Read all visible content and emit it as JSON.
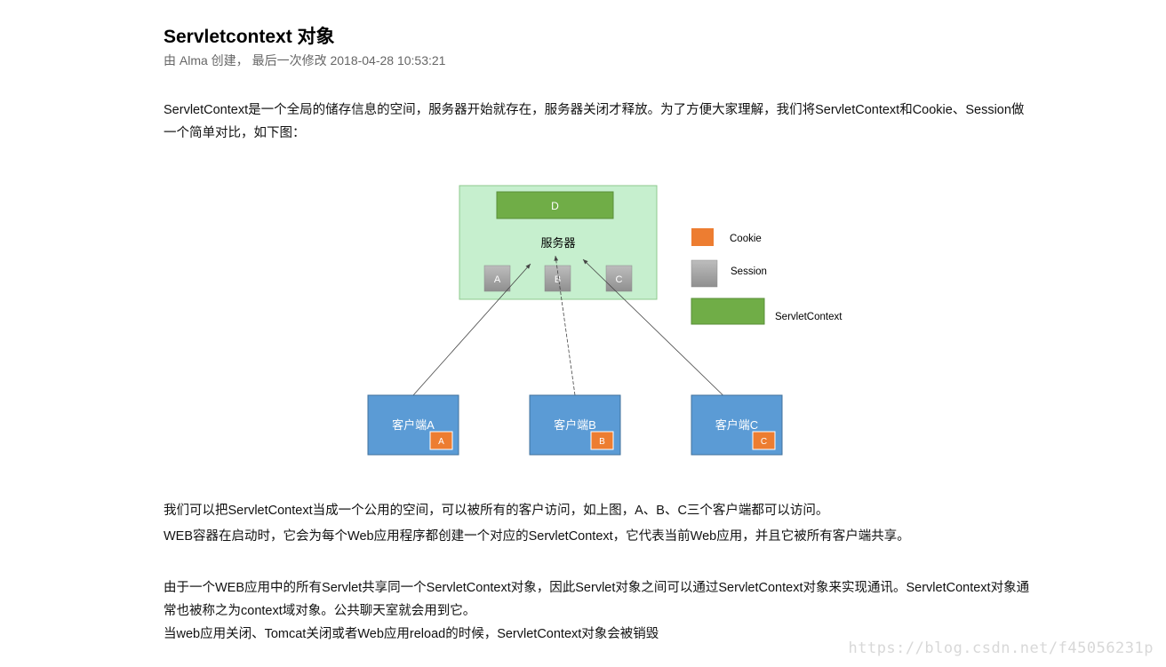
{
  "article": {
    "title": "Servletcontext 对象",
    "meta": {
      "author_prefix": "由 Alma 创建，",
      "modified": "最后一次修改 2018-04-28 10:53:21"
    },
    "paragraphs": [
      "ServletContext是一个全局的储存信息的空间，服务器开始就存在，服务器关闭才释放。为了方便大家理解，我们将ServletContext和Cookie、Session做一个简单对比，如下图：",
      "我们可以把ServletContext当成一个公用的空间，可以被所有的客户访问，如上图，A、B、C三个客户端都可以访问。",
      "WEB容器在启动时，它会为每个Web应用程序都创建一个对应的ServletContext，它代表当前Web应用，并且它被所有客户端共享。",
      "由于一个WEB应用中的所有Servlet共享同一个ServletContext对象，因此Servlet对象之间可以通过ServletContext对象来实现通讯。ServletContext对象通常也被称之为context域对象。公共聊天室就会用到它。",
      "当web应用关闭、Tomcat关闭或者Web应用reload的时候，ServletContext对象会被销毁"
    ]
  },
  "diagram": {
    "server": {
      "label": "服务器",
      "context_block": "D",
      "sessions": [
        "A",
        "B",
        "C"
      ]
    },
    "clients": [
      {
        "label": "客户端A",
        "cookie": "A"
      },
      {
        "label": "客户端B",
        "cookie": "B"
      },
      {
        "label": "客户端C",
        "cookie": "C"
      }
    ],
    "legend": [
      {
        "label": "Cookie",
        "swatch": "cookie"
      },
      {
        "label": "Session",
        "swatch": "session"
      },
      {
        "label": "ServletContext",
        "swatch": "context"
      }
    ],
    "colors": {
      "server_bg": "#c6efce",
      "server_border": "#8dc98d",
      "context": "#70ad47",
      "session": "#a5a5a5",
      "cookie": "#ed7d31",
      "client": "#5b9bd5"
    }
  },
  "watermark": "https://blog.csdn.net/f45056231p"
}
